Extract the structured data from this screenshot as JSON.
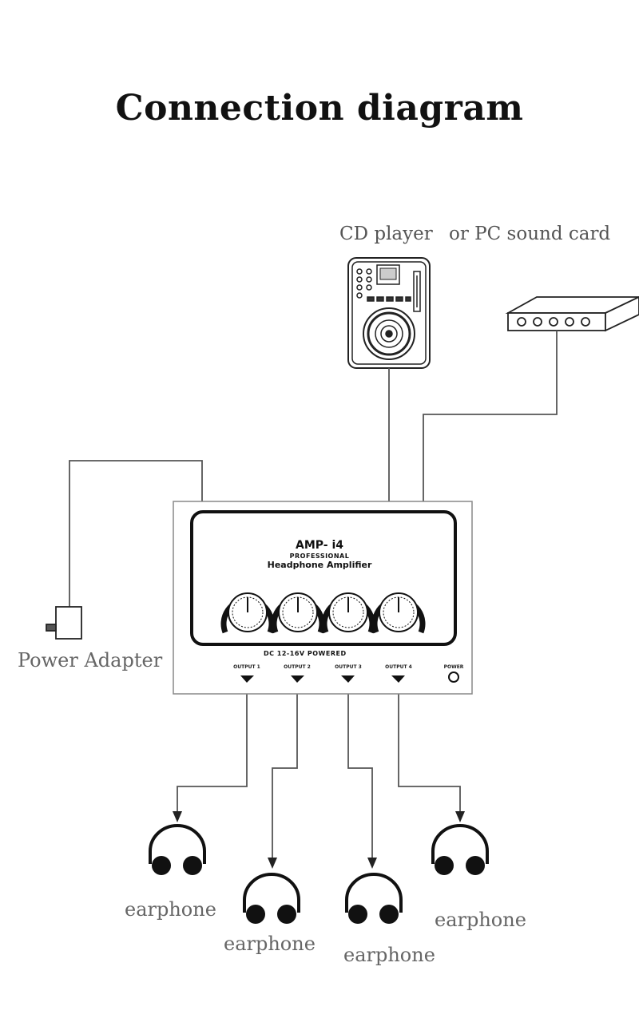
{
  "title": "Connection diagram",
  "sources": {
    "cd_label": "CD player",
    "or_pc_label": "or  PC sound card"
  },
  "power_adapter_label": "Power Adapter",
  "amplifier": {
    "model": "AMP- i4",
    "subtitle": "PROFESSIONAL",
    "name": "Headphone Amplifier",
    "dc_label": "DC 12-16V   POWERED",
    "outputs": [
      "OUTPUT 1",
      "OUTPUT 2",
      "OUTPUT 3",
      "OUTPUT 4"
    ],
    "power_label": "POWER"
  },
  "earphones": [
    "earphone",
    "earphone",
    "earphone",
    "earphone"
  ],
  "colors": {
    "line": "#555555",
    "dark": "#111111",
    "text": "#555555"
  }
}
